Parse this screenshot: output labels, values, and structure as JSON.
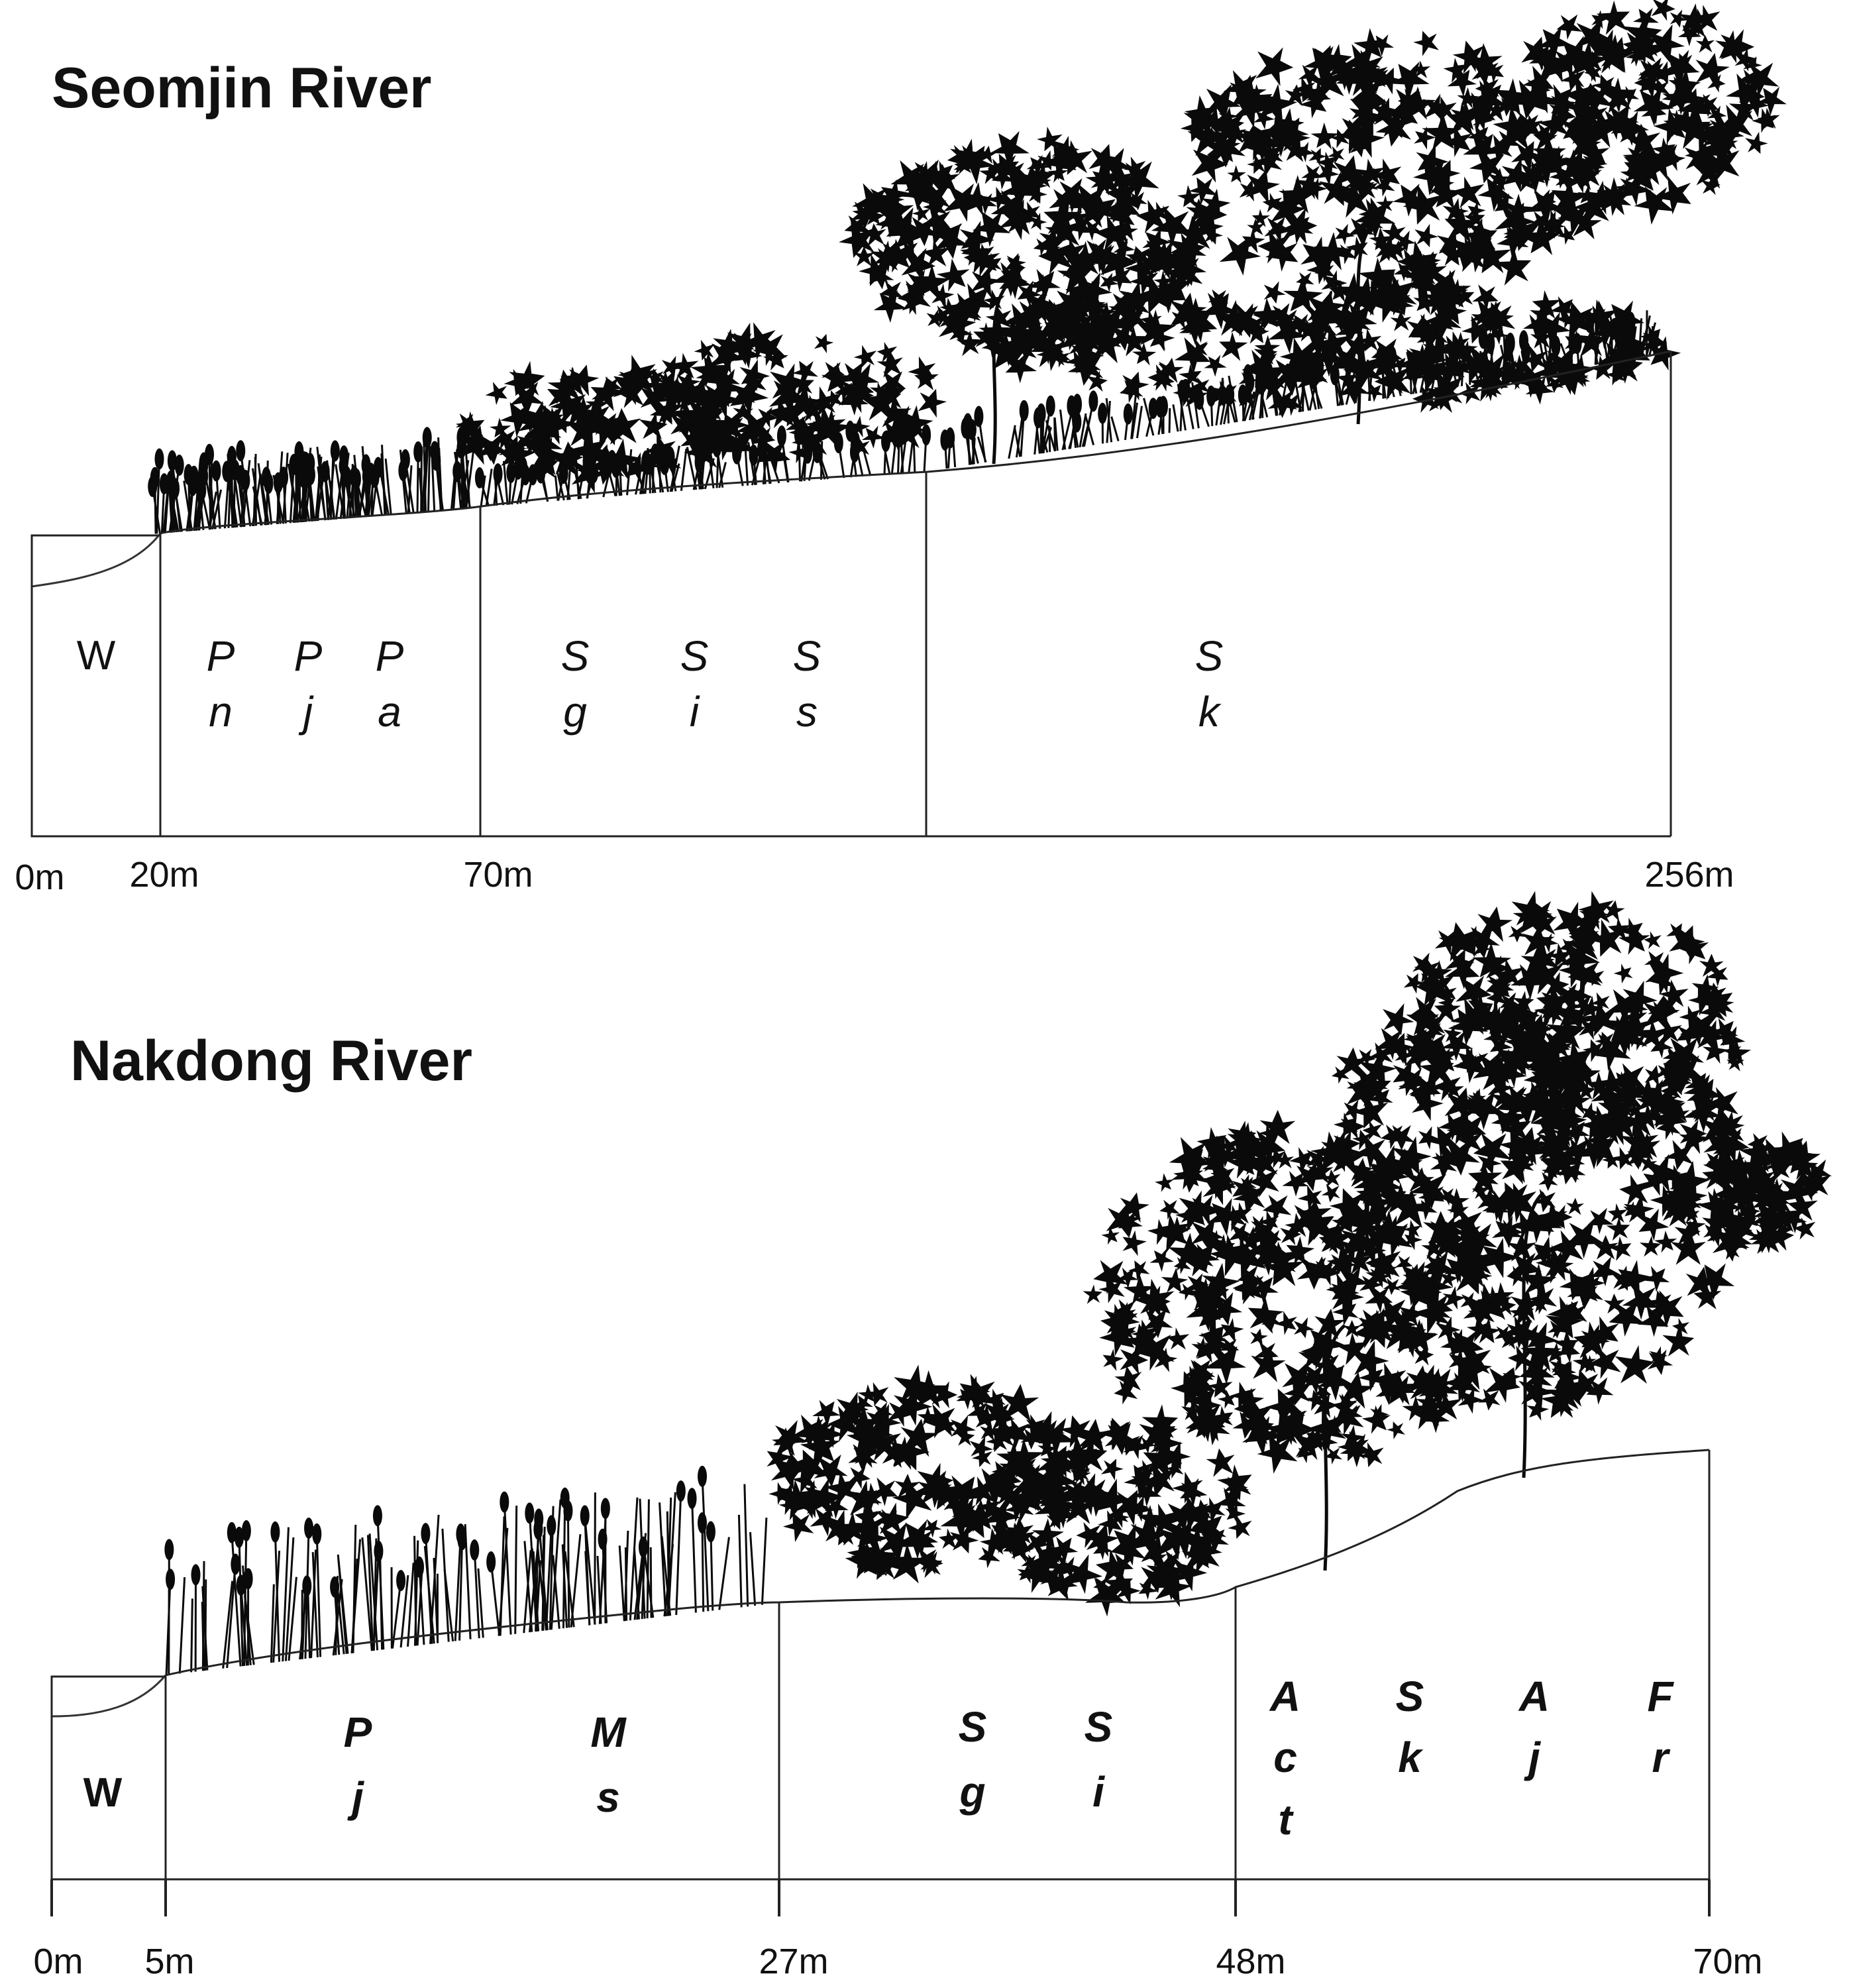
{
  "panels": [
    {
      "id": "seomjin",
      "title": "Seomjin River",
      "scale_ticks": [
        {
          "label": "0m",
          "value": 0
        },
        {
          "label": "20m",
          "value": 20
        },
        {
          "label": "70m",
          "value": 70
        },
        {
          "label": "256m",
          "value": 256
        }
      ],
      "zones": [
        {
          "code": "W",
          "lines": [
            [
              "W"
            ]
          ]
        },
        {
          "code": "Pn Pj Pa",
          "lines": [
            [
              "P",
              "P",
              "P"
            ],
            [
              "n",
              "j",
              "a"
            ]
          ]
        },
        {
          "code": "Sg Si Ss",
          "lines": [
            [
              "S",
              "S",
              "S"
            ],
            [
              "g",
              "i",
              "s"
            ]
          ]
        },
        {
          "code": "Sk",
          "lines": [
            [
              "S"
            ],
            [
              "k"
            ]
          ]
        }
      ]
    },
    {
      "id": "nakdong",
      "title": "Nakdong River",
      "scale_ticks": [
        {
          "label": "0m",
          "value": 0
        },
        {
          "label": "5m",
          "value": 5
        },
        {
          "label": "27m",
          "value": 27
        },
        {
          "label": "48m",
          "value": 48
        },
        {
          "label": "70m",
          "value": 70
        }
      ],
      "zones": [
        {
          "code": "W",
          "lines": [
            [
              "W"
            ]
          ]
        },
        {
          "code": "Pj Ms",
          "lines": [
            [
              "P",
              "M"
            ],
            [
              "j",
              "s"
            ]
          ]
        },
        {
          "code": "Sg Si",
          "lines": [
            [
              "S",
              "S"
            ],
            [
              "g",
              "i"
            ]
          ]
        },
        {
          "code": "Act Sk Aj Fr",
          "lines": [
            [
              "A",
              "S",
              "A",
              "F"
            ],
            [
              "c",
              "k",
              "j",
              "r"
            ],
            [
              "t"
            ]
          ]
        }
      ]
    }
  ],
  "colors": {
    "vegetation": "#0a0a0a",
    "outline": "#222222",
    "background": "#ffffff"
  }
}
